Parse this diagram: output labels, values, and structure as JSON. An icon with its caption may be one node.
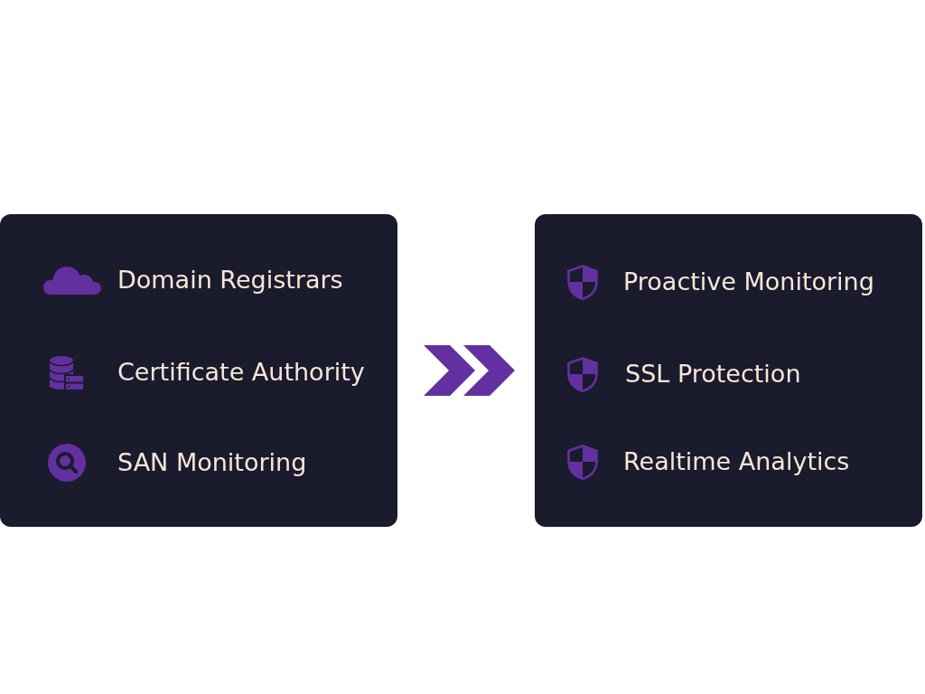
{
  "diagram": {
    "nodes": [
      {
        "text": [],
        "shape": "box"
      },
      {
        "text": [
          "Domain Registrars"
        ],
        "in": 0
      },
      {
        "text": [
          "Certificate Authority"
        ],
        "in": 0
      },
      {
        "text": [
          "SAN Monitoring"
        ],
        "in": 0
      },
      {
        "text": [],
        "shape": "box"
      },
      {
        "text": [
          "Proactive Monitoring"
        ],
        "in": 4
      },
      {
        "text": [
          "SSL Protection"
        ],
        "in": 4
      },
      {
        "text": [
          "Realtime Analytics"
        ],
        "in": 4
      }
    ],
    "edges": [
      {
        "from": 0,
        "to": 4,
        "arrow": "to"
      }
    ]
  }
}
